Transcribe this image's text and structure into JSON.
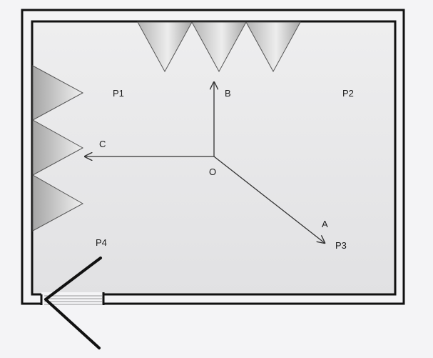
{
  "labels": {
    "origin": "O",
    "axis_a": "A",
    "axis_b": "B",
    "axis_c": "C",
    "p1": "P1",
    "p2": "P2",
    "p3": "P3",
    "p4": "P4"
  },
  "colors": {
    "wall": "#111111",
    "room_fill_top": "#eeeeef",
    "room_fill_bottom": "#e2e2e4",
    "panel_light": "#eeeeee",
    "panel_dark": "#a9a9a9",
    "axis": "#333333"
  }
}
